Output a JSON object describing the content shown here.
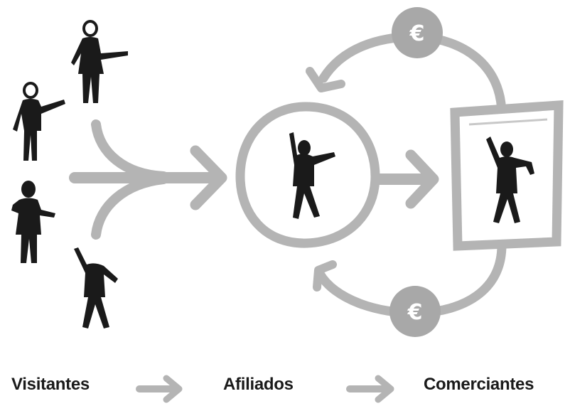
{
  "labels": {
    "visitors": "Visitantes",
    "affiliates": "Afiliados",
    "merchants": "Comerciantes"
  },
  "coin_symbol": "€",
  "colors": {
    "figure": "#1a1a1a",
    "flow_gray": "#b4b4b4",
    "coin_gray": "#a8a8a8",
    "text": "#1a1a1a"
  },
  "icons": [
    "person-icon",
    "euro-coin-icon",
    "arrow-right-icon",
    "merchant-frame-icon"
  ]
}
